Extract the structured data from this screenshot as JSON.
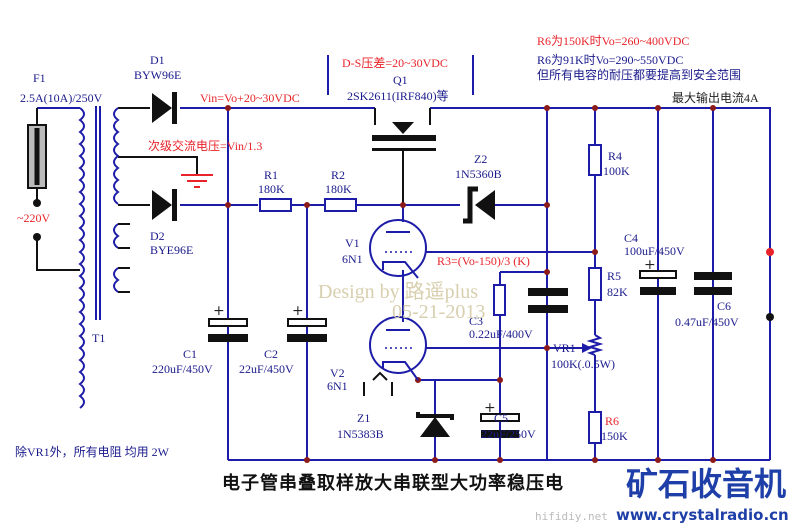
{
  "notes": {
    "r6_150k": "R6为150K时Vo=260~400VDC",
    "r6_91k": "R6为91K时Vo=290~550VDC",
    "cap_voltage": "但所有电容的耐压都要提高到安全范围",
    "max_current": "最大输出电流4A",
    "resistor_power": "除VR1外，所有电阻 均用 2W",
    "ds_drop": "D-S压差=20~30VDC",
    "vin": "Vin=Vo+20~30VDC",
    "secondary": "次级交流电压=Vin/1.3",
    "r3_formula": "R3=(Vo-150)/3 (K)"
  },
  "components": {
    "F1": {
      "ref": "F1",
      "value": "2.5A(10A)/250V"
    },
    "mains": "~220V",
    "T1": {
      "ref": "T1"
    },
    "D1": {
      "ref": "D1",
      "value": "BYW96E"
    },
    "D2": {
      "ref": "D2",
      "value": "BYE96E"
    },
    "Q1": {
      "ref": "Q1",
      "value": "2SK2611(IRF840)等"
    },
    "R1": {
      "ref": "R1",
      "value": "180K"
    },
    "R2": {
      "ref": "R2",
      "value": "180K"
    },
    "Z2": {
      "ref": "Z2",
      "value": "1N5360B"
    },
    "R4": {
      "ref": "R4",
      "value": "100K"
    },
    "V1": {
      "ref": "V1",
      "value": "6N1"
    },
    "V2": {
      "ref": "V2",
      "value": "6N1"
    },
    "R5": {
      "ref": "R5",
      "value": "82K"
    },
    "C1": {
      "ref": "C1",
      "value": "220uF/450V"
    },
    "C2": {
      "ref": "C2",
      "value": "22uF/450V"
    },
    "C3": {
      "ref": "C3",
      "value": "0.22uF/400V"
    },
    "C4": {
      "ref": "C4",
      "value": "100uF/450V"
    },
    "C5": {
      "ref": "C5",
      "value": "22uF/250V"
    },
    "C6": {
      "ref": "C6",
      "value": "0.47uF/450V"
    },
    "VR1": {
      "ref": "VR1",
      "value": "100K(.0.5W)"
    },
    "Z1": {
      "ref": "Z1",
      "value": "1N5383B"
    },
    "R6": {
      "ref": "R6",
      "value": "150K"
    }
  },
  "watermark": {
    "design": "Design by 路遥plus",
    "date": "05-21-2013"
  },
  "title": "电子管串叠取样放大串联型大功率稳压电",
  "logo": {
    "name": "矿石收音机",
    "url": "www.crystalradio.cn",
    "site2": "hifidiy.net"
  }
}
